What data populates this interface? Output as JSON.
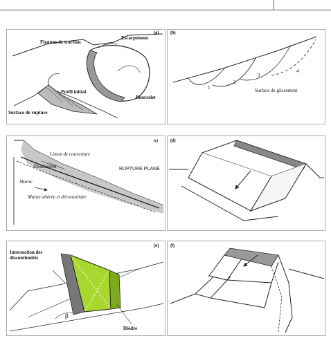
{
  "panels": {
    "a": {
      "tag": "(a)",
      "labels": {
        "fissures": "Fissures de traction",
        "escarpement": "Escarpement",
        "bourrelet": "Bourrelet",
        "profil": "Profil initial",
        "surface": "Surface de rupture"
      }
    },
    "b": {
      "tag": "(b)",
      "numbers": [
        "1",
        "2",
        "3",
        "4"
      ],
      "surface": "Surface de glissement"
    },
    "c": {
      "tag": "(c)",
      "labels": {
        "limon": "Limon de couverture",
        "eboulement": "Éboulement",
        "rupture": "RUPTURE PLANE",
        "marne": "Marne",
        "marne_alteree": "Marne altérée et déconsolidée"
      }
    },
    "d": {
      "tag": "(d)"
    },
    "e": {
      "tag": "(e)",
      "intersection": "Intersection des discontinuités",
      "beta": "β",
      "diedre": "Dièdre"
    },
    "f": {
      "tag": "(f)"
    }
  }
}
